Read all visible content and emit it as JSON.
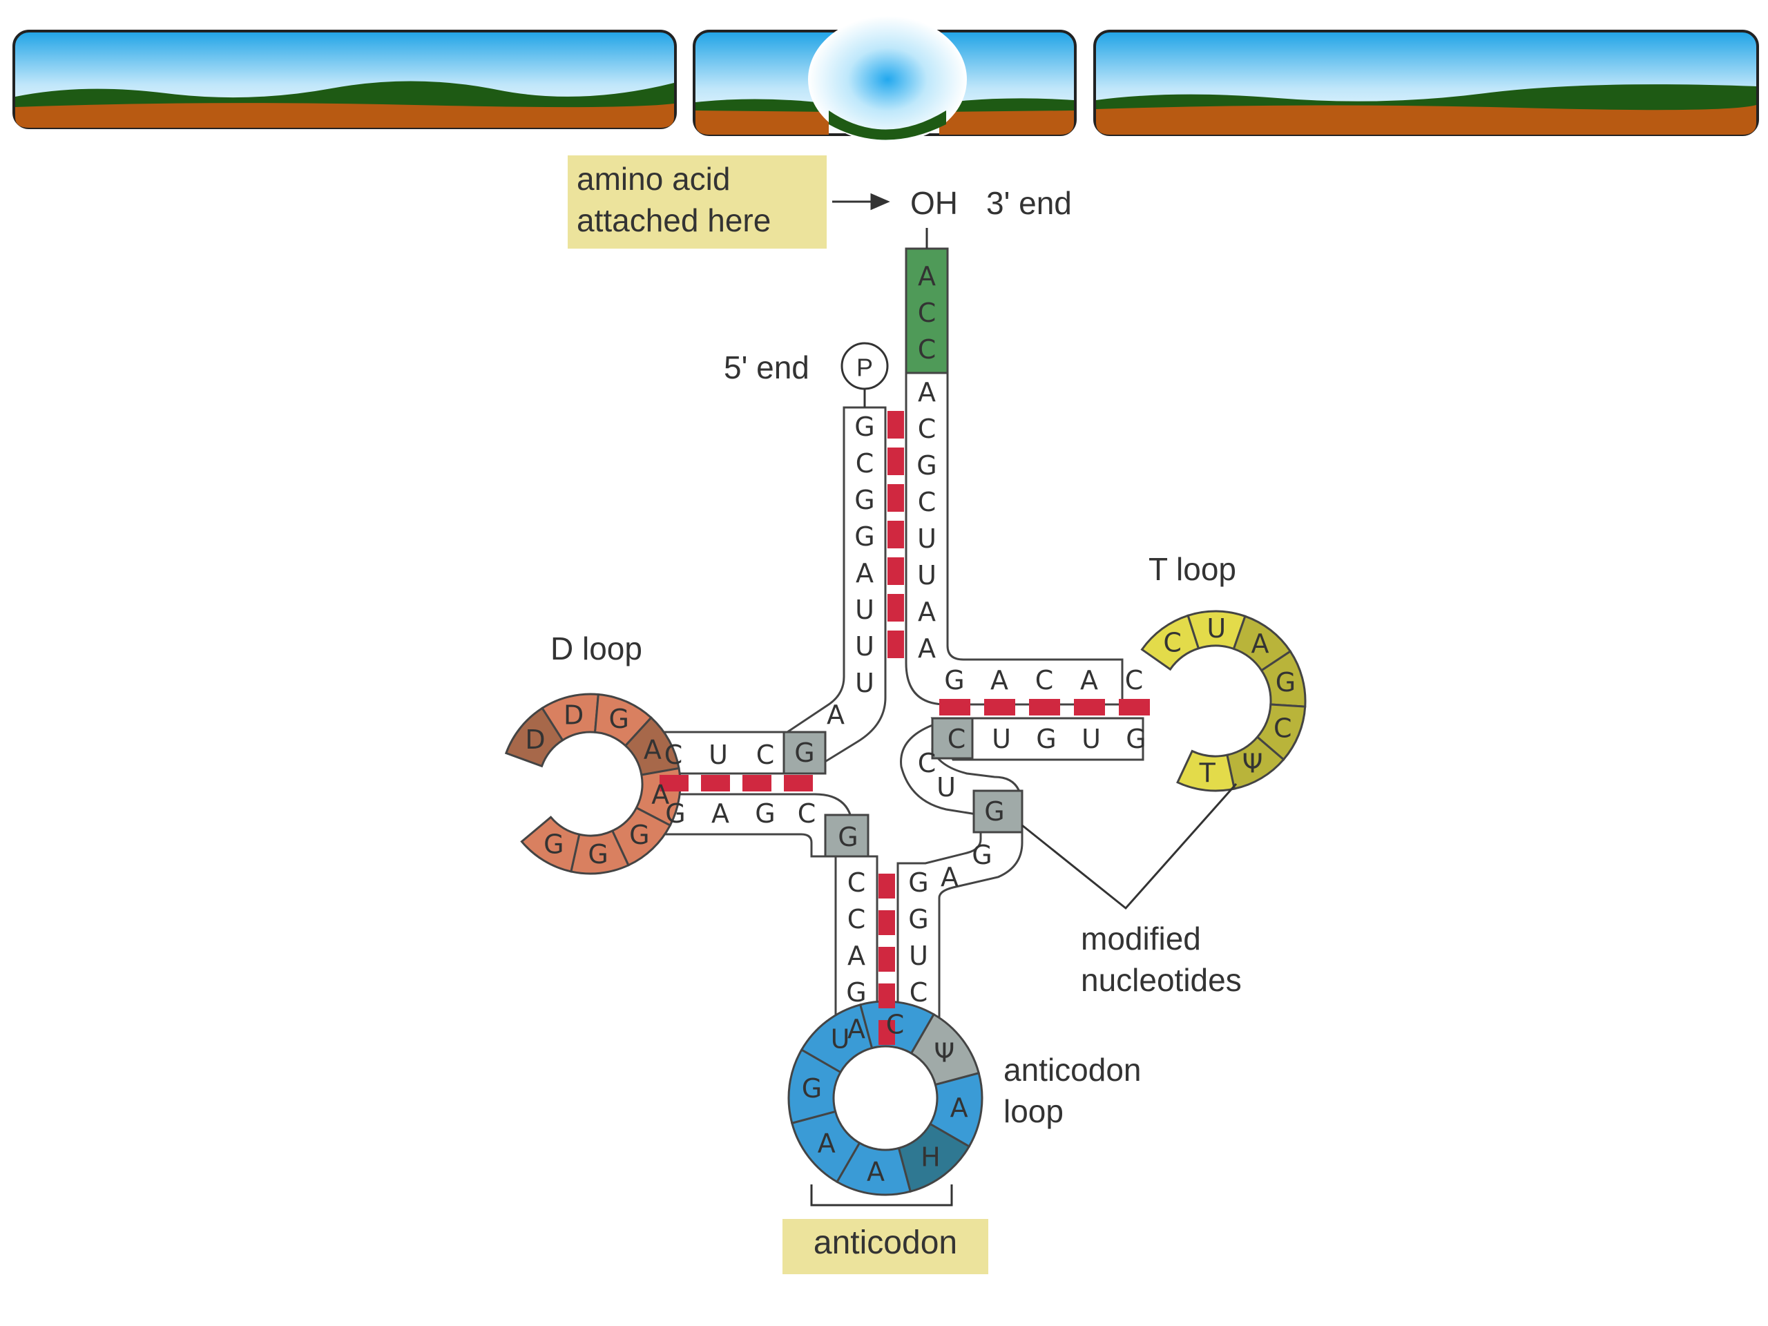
{
  "labels": {
    "amino_line1": "amino acid",
    "amino_line2": "attached here",
    "oh": "OH",
    "three_end": "3' end",
    "five_end": "5' end",
    "phosphate": "P",
    "d_loop": "D loop",
    "t_loop": "T loop",
    "modified_line1": "modified",
    "modified_line2": "nucleotides",
    "anticodon_loop_line1": "anticodon",
    "anticodon_loop_line2": "loop",
    "anticodon": "anticodon"
  },
  "sequences": {
    "acceptor_cca": [
      "A",
      "C",
      "C"
    ],
    "acceptor_3prime": [
      "A",
      "C",
      "G",
      "C",
      "U",
      "U",
      "A",
      "A"
    ],
    "acceptor_5prime": [
      "G",
      "C",
      "G",
      "G",
      "A",
      "U",
      "U",
      "U",
      "A"
    ],
    "d_stem_top": [
      "C",
      "U",
      "C",
      "G"
    ],
    "d_stem_bottom": [
      "G",
      "A",
      "G",
      "C",
      "G"
    ],
    "d_loop": [
      "D",
      "G",
      "A",
      "D",
      "G",
      "G",
      "G",
      "A"
    ],
    "anticodon_stem_left": [
      "C",
      "C",
      "A",
      "G",
      "A"
    ],
    "anticodon_stem_right": [
      "G",
      "G",
      "U",
      "C"
    ],
    "anticodon_loop": [
      "C",
      "U",
      "G",
      "A",
      "A",
      "H",
      "A",
      "Ψ"
    ],
    "variable_region": [
      "A",
      "G",
      "G",
      "U",
      "C",
      "C"
    ],
    "t_stem_top": [
      "G",
      "A",
      "C",
      "A",
      "C"
    ],
    "t_stem_bottom": [
      "C",
      "U",
      "G",
      "U",
      "G"
    ],
    "t_loop": [
      "C",
      "U",
      "A",
      "G",
      "C",
      "Ψ",
      "T"
    ]
  },
  "colors": {
    "sky_top": "#2aa7e6",
    "ground": "#b85a12",
    "hills": "#1e5a14",
    "acceptor_green": "#4f9a58",
    "d_loop_orange": "#d98060",
    "d_loop_dark": "#a7684a",
    "t_loop_yellow": "#e3db4a",
    "t_loop_olive": "#b9b43a",
    "anticodon_blue": "#3a9bd6",
    "anticodon_dark": "#2f7892",
    "modified_gray": "#a0aaa8",
    "base_pair_red": "#d02840",
    "label_box": "#ece39c"
  }
}
